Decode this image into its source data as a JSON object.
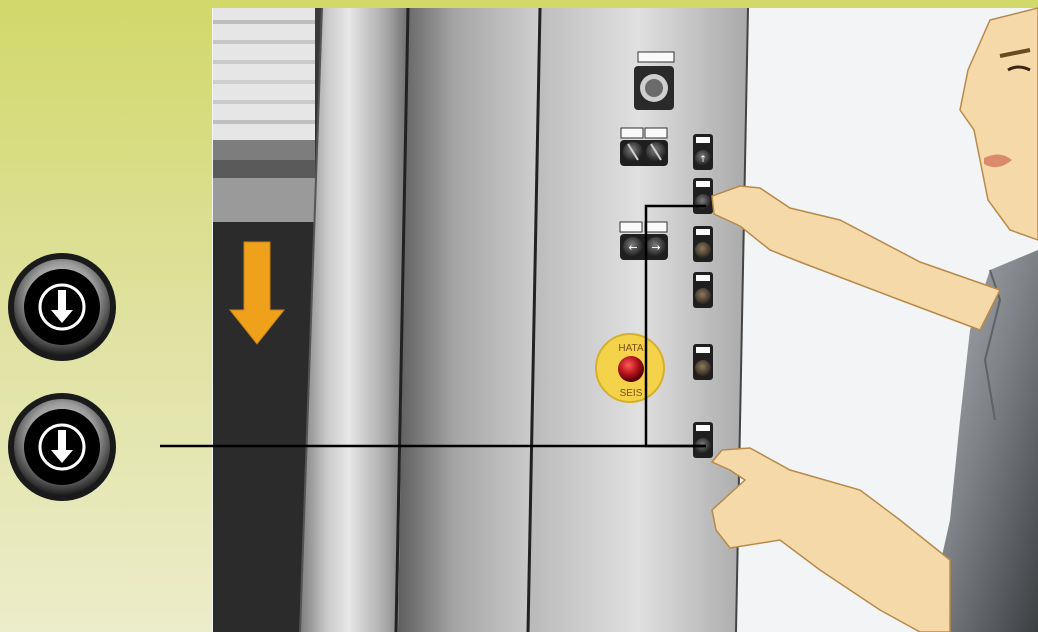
{
  "emergency_stop": {
    "label_top": "HATA",
    "label_bottom": "SEIS"
  },
  "side_buttons": [
    {
      "name": "down-arrow-button-top",
      "icon": "down-arrow-icon"
    },
    {
      "name": "down-arrow-button-bottom",
      "icon": "down-arrow-icon"
    }
  ],
  "colors": {
    "background_top": "#d4d96e",
    "background_bottom": "#e9eac4",
    "arrow_accent": "#f0a11b",
    "estop_ring": "#f4d34a",
    "estop_button": "#b5121b",
    "skin": "#f6d9a8"
  }
}
